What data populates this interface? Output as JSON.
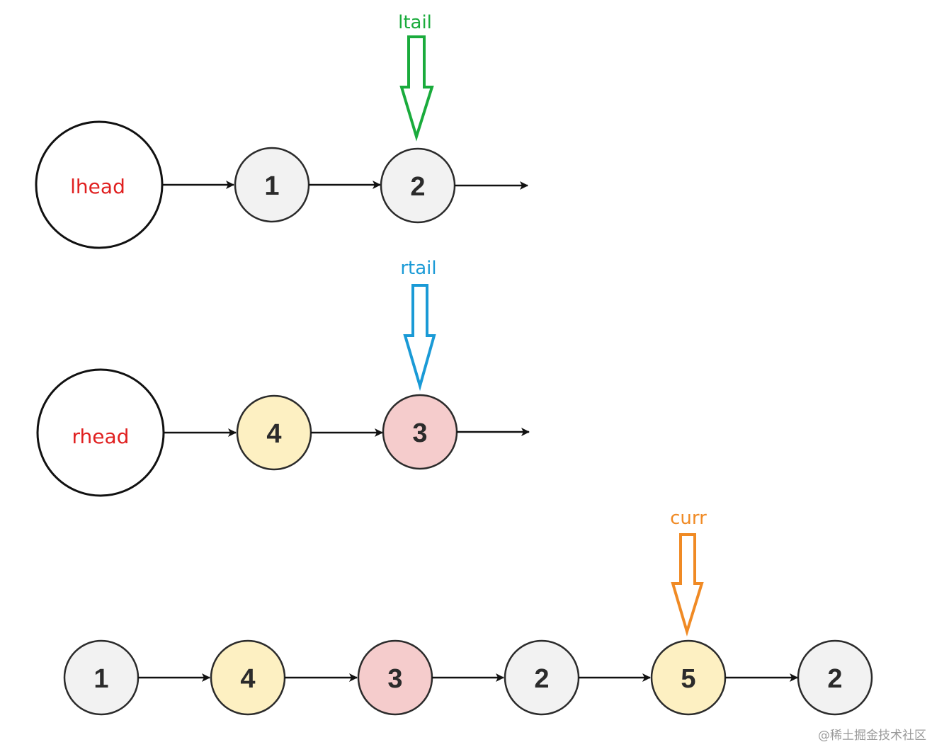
{
  "colors": {
    "node_gray": "#f2f2f2",
    "node_yellow": "#fdf0c2",
    "node_pink": "#f5cccc",
    "head_label": "#e02020",
    "ltail": "#1aab3c",
    "rtail": "#1a9ad6",
    "curr": "#f08a24",
    "stroke": "#111111"
  },
  "lists": {
    "left": {
      "head_label": "lhead",
      "nodes": [
        {
          "value": "1",
          "fill": "gray"
        },
        {
          "value": "2",
          "fill": "gray"
        }
      ],
      "pointer": {
        "label": "ltail",
        "target_index": 1,
        "color": "ltail"
      }
    },
    "right": {
      "head_label": "rhead",
      "nodes": [
        {
          "value": "4",
          "fill": "yellow"
        },
        {
          "value": "3",
          "fill": "pink"
        }
      ],
      "pointer": {
        "label": "rtail",
        "target_index": 1,
        "color": "rtail"
      }
    },
    "original": {
      "nodes": [
        {
          "value": "1",
          "fill": "gray"
        },
        {
          "value": "4",
          "fill": "yellow"
        },
        {
          "value": "3",
          "fill": "pink"
        },
        {
          "value": "2",
          "fill": "gray"
        },
        {
          "value": "5",
          "fill": "yellow"
        },
        {
          "value": "2",
          "fill": "gray"
        }
      ],
      "pointer": {
        "label": "curr",
        "target_index": 4,
        "color": "curr"
      }
    }
  },
  "watermark": "@稀土掘金技术社区"
}
